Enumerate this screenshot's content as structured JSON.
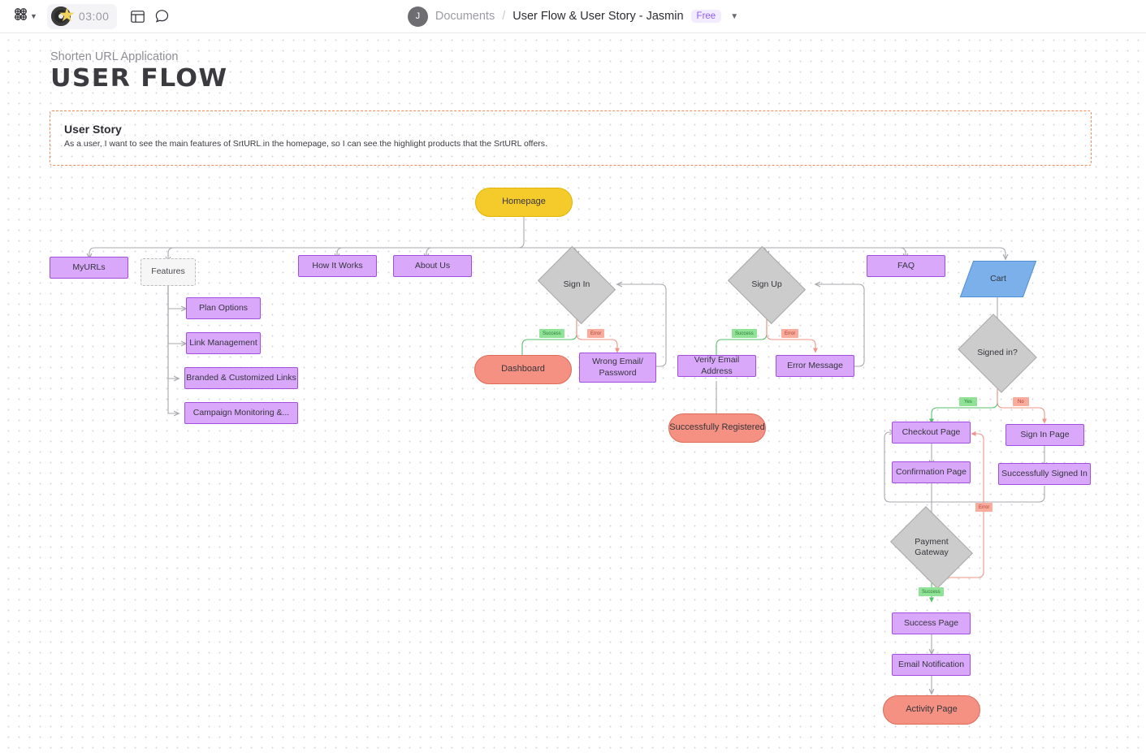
{
  "toolbar": {
    "app_menu_icon": "figjam-logo-icon",
    "app_menu_chevron": "chevron-down-icon",
    "timer_value": "03:00",
    "timer_icon": "record-star-icon",
    "panel_icon": "layout-panel-icon",
    "comment_icon": "comment-bubble-icon",
    "avatar_initial": "J",
    "breadcrumb_root": "Documents",
    "breadcrumb_sep": "/",
    "breadcrumb_current": "User Flow & User Story - Jasmin",
    "plan_badge": "Free",
    "doc_chevron": "chevron-down-icon"
  },
  "board": {
    "kicker": "Shorten URL Application",
    "title": "USER FLOW",
    "story_heading": "User Story",
    "story_text": "As a user, I want to see the main features of SrtURL in the homepage, so I can see the highlight products that the SrtURL offers.",
    "story_border_color": "#f08a5d"
  },
  "palette": {
    "purple_fill": "#d9a8fb",
    "purple_border": "#a24ee0",
    "yellow_fill": "#f5cb2b",
    "red_fill": "#f59183",
    "gray_fill": "#cccccc",
    "blue_fill": "#7cb0ea",
    "success_fill": "#8fe296",
    "error_fill": "#f9ab9c",
    "edge_gray": "#a8a8ae"
  },
  "chart_data": {
    "type": "diagram",
    "title": "USER FLOW",
    "nodes": [
      {
        "id": "homepage",
        "label": "Homepage",
        "shape": "pill",
        "color": "#f5cb2b"
      },
      {
        "id": "myurls",
        "label": "MyURLs",
        "shape": "rect",
        "color": "#d9a8fb"
      },
      {
        "id": "features",
        "label": "Features",
        "shape": "dashed-rect",
        "color": "#f6f6f7"
      },
      {
        "id": "plan-options",
        "label": "Plan Options",
        "shape": "rect",
        "color": "#d9a8fb"
      },
      {
        "id": "link-management",
        "label": "Link Management",
        "shape": "rect",
        "color": "#d9a8fb"
      },
      {
        "id": "branded-links",
        "label": "Branded & Customized Links",
        "shape": "rect",
        "color": "#d9a8fb"
      },
      {
        "id": "campaign-monitoring",
        "label": "Campaign Monitoring &...",
        "shape": "rect",
        "color": "#d9a8fb"
      },
      {
        "id": "how-it-works",
        "label": "How It Works",
        "shape": "rect",
        "color": "#d9a8fb"
      },
      {
        "id": "about-us",
        "label": "About Us",
        "shape": "rect",
        "color": "#d9a8fb"
      },
      {
        "id": "sign-in",
        "label": "Sign In",
        "shape": "diamond",
        "color": "#cccccc"
      },
      {
        "id": "dashboard",
        "label": "Dashboard",
        "shape": "pill",
        "color": "#f59183"
      },
      {
        "id": "wrong-email",
        "label": "Wrong Email/\nPassword",
        "shape": "rect",
        "color": "#d9a8fb"
      },
      {
        "id": "sign-up",
        "label": "Sign Up",
        "shape": "diamond",
        "color": "#cccccc"
      },
      {
        "id": "verify-email",
        "label": "Verify Email Address",
        "shape": "rect",
        "color": "#d9a8fb"
      },
      {
        "id": "error-message",
        "label": "Error Message",
        "shape": "rect",
        "color": "#d9a8fb"
      },
      {
        "id": "registered",
        "label": "Successfully Registered",
        "shape": "pill",
        "color": "#f59183"
      },
      {
        "id": "faq",
        "label": "FAQ",
        "shape": "rect",
        "color": "#d9a8fb"
      },
      {
        "id": "cart",
        "label": "Cart",
        "shape": "parallelogram",
        "color": "#7cb0ea"
      },
      {
        "id": "signed-in",
        "label": "Signed in?",
        "shape": "diamond",
        "color": "#cccccc"
      },
      {
        "id": "checkout-page",
        "label": "Checkout Page",
        "shape": "rect",
        "color": "#d9a8fb"
      },
      {
        "id": "sign-in-page",
        "label": "Sign In Page",
        "shape": "rect",
        "color": "#d9a8fb"
      },
      {
        "id": "confirmation-page",
        "label": "Confirmation Page",
        "shape": "rect",
        "color": "#d9a8fb"
      },
      {
        "id": "successfully-signed-in",
        "label": "Successfully Signed In",
        "shape": "rect",
        "color": "#d9a8fb"
      },
      {
        "id": "payment-gateway",
        "label": "Payment\nGateway",
        "shape": "diamond",
        "color": "#cccccc"
      },
      {
        "id": "success-page",
        "label": "Success Page",
        "shape": "rect",
        "color": "#d9a8fb"
      },
      {
        "id": "email-notification",
        "label": "Email Notification",
        "shape": "rect",
        "color": "#d9a8fb"
      },
      {
        "id": "activity-page",
        "label": "Activity Page",
        "shape": "pill",
        "color": "#f59183"
      }
    ],
    "edges": [
      {
        "from": "homepage",
        "to": "myurls",
        "label": ""
      },
      {
        "from": "homepage",
        "to": "features",
        "label": ""
      },
      {
        "from": "homepage",
        "to": "how-it-works",
        "label": ""
      },
      {
        "from": "homepage",
        "to": "about-us",
        "label": ""
      },
      {
        "from": "homepage",
        "to": "sign-in",
        "label": ""
      },
      {
        "from": "homepage",
        "to": "sign-up",
        "label": ""
      },
      {
        "from": "homepage",
        "to": "faq",
        "label": ""
      },
      {
        "from": "homepage",
        "to": "cart",
        "label": ""
      },
      {
        "from": "features",
        "to": "plan-options",
        "label": ""
      },
      {
        "from": "features",
        "to": "link-management",
        "label": ""
      },
      {
        "from": "features",
        "to": "branded-links",
        "label": ""
      },
      {
        "from": "features",
        "to": "campaign-monitoring",
        "label": ""
      },
      {
        "from": "sign-in",
        "to": "dashboard",
        "label": "Success"
      },
      {
        "from": "sign-in",
        "to": "wrong-email",
        "label": "Error"
      },
      {
        "from": "wrong-email",
        "to": "sign-in",
        "label": ""
      },
      {
        "from": "sign-up",
        "to": "verify-email",
        "label": "Success"
      },
      {
        "from": "sign-up",
        "to": "error-message",
        "label": "Error"
      },
      {
        "from": "error-message",
        "to": "sign-up",
        "label": ""
      },
      {
        "from": "verify-email",
        "to": "registered",
        "label": ""
      },
      {
        "from": "cart",
        "to": "signed-in",
        "label": ""
      },
      {
        "from": "signed-in",
        "to": "checkout-page",
        "label": "Yes"
      },
      {
        "from": "signed-in",
        "to": "sign-in-page",
        "label": "No"
      },
      {
        "from": "checkout-page",
        "to": "confirmation-page",
        "label": ""
      },
      {
        "from": "sign-in-page",
        "to": "successfully-signed-in",
        "label": ""
      },
      {
        "from": "confirmation-page",
        "to": "payment-gateway",
        "label": ""
      },
      {
        "from": "successfully-signed-in",
        "to": "payment-gateway",
        "label": ""
      },
      {
        "from": "payment-gateway",
        "to": "success-page",
        "label": "Success"
      },
      {
        "from": "payment-gateway",
        "to": "checkout-page",
        "label": "Error"
      },
      {
        "from": "success-page",
        "to": "email-notification",
        "label": ""
      },
      {
        "from": "email-notification",
        "to": "activity-page",
        "label": ""
      }
    ],
    "edge_labels": {
      "success": "Success",
      "error": "Error",
      "yes": "Yes",
      "no": "No"
    }
  }
}
